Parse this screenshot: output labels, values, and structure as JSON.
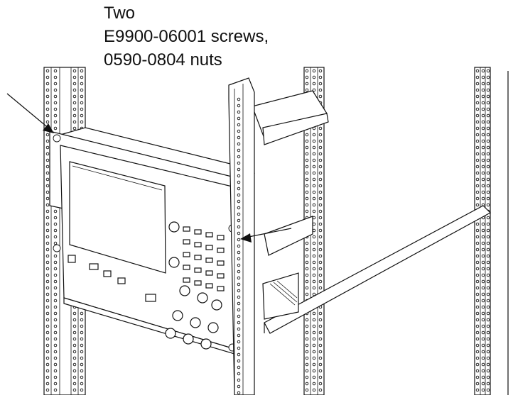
{
  "callout": {
    "line1": "Two",
    "line2": "E9900-06001 screws,",
    "line3": "0590-0804 nuts"
  }
}
